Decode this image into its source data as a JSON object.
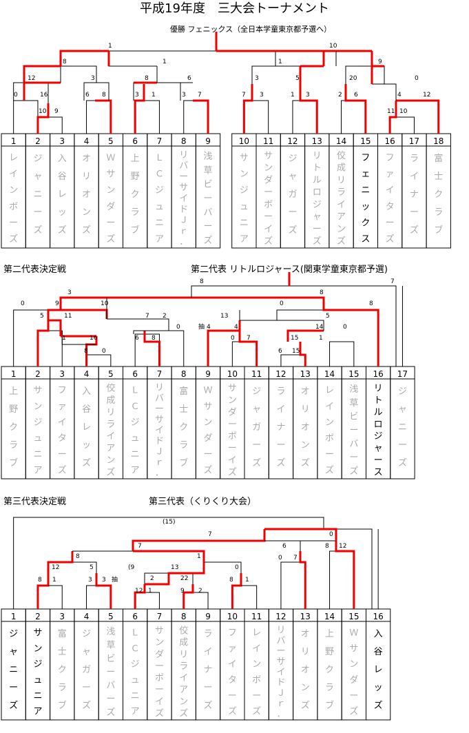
{
  "title": "平成19年度　三大会トーナメント",
  "colors": {
    "winner_path": "#ee0000",
    "line": "#000000",
    "dim_text": "#aaaaaa",
    "win_text": "#000000"
  },
  "section1": {
    "winner_label": "優勝 フェニックス（全日本学童東京都予選へ）",
    "teams": [
      "レインボーズ",
      "ジャニーズ",
      "入谷レッズ",
      "オリオンズ",
      "Ｗサンダーズ",
      "上野クラブ",
      "ＬＣジュニア",
      "リバーサイドＪｒ．",
      "浅草ビーバーズ",
      "サンジュニア",
      "サンダーボーイズ",
      "ジャガーズ",
      "リトルロジャーズ",
      "佼成リライアンズ",
      "フェニックス",
      "ファイターズ",
      "ライナーズ",
      "富士クラブ"
    ],
    "winner_index": 14
  },
  "section2": {
    "heading": "第二代表決定戦",
    "winner_label": "第二代表 リトルロジャース(関東学童東京都予選)",
    "teams": [
      "上野クラブ",
      "サンジュニア",
      "ファイターズ",
      "入谷レッズ",
      "佼成リライアンズ",
      "ＬＣジュニア",
      "リバーサイドＪｒ．",
      "富士クラブ",
      "Ｗサンダーズ",
      "サンダーボーイズ",
      "ジャガーズ",
      "ライナーズ",
      "オリオンズ",
      "レインボーズ",
      "浅草ビーバーズ",
      "リトルロジャース",
      "ジャニーズ"
    ],
    "winner_index": 15,
    "note_chu": "抽"
  },
  "section3": {
    "heading": "第三代表決定戦",
    "winner_label": "第三代表（くりくり大会）",
    "teams": [
      "ジャニーズ",
      "サンジュニア",
      "富士クラブ",
      "ジャガーズ",
      "浅草ビーバーズ",
      "ＬＣジュニア",
      "サンダーボーイズ",
      "佼成リライアンズ",
      "ライナーズ",
      "ファイターズ",
      "レインボーズ",
      "リバーサイドＪｒ．",
      "オリオンズ",
      "上野クラブ",
      "Ｗサンダーズ",
      "入谷レッズ"
    ],
    "winner_indices": [
      0,
      1,
      15
    ],
    "note_chu": "抽",
    "final_score_note": "(15)",
    "paren_score": "(9"
  }
}
